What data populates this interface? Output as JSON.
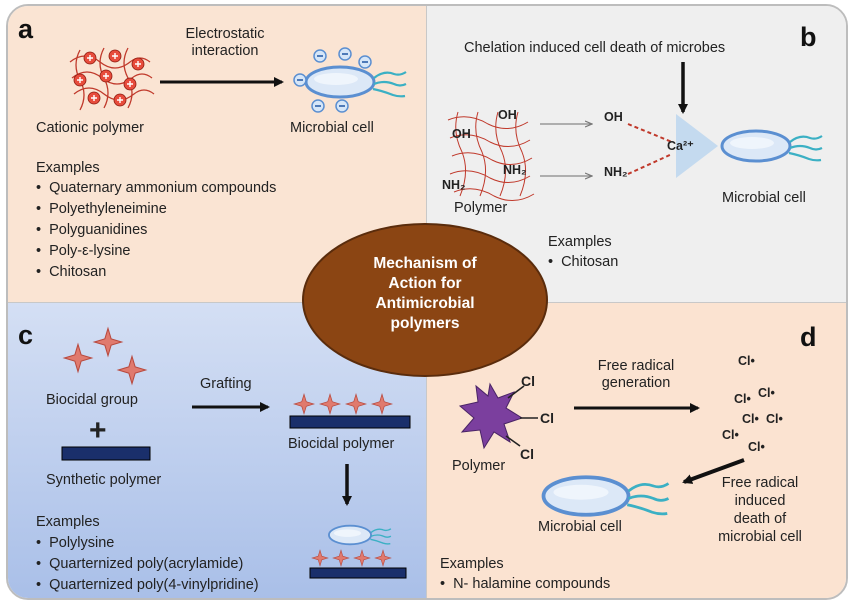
{
  "center": {
    "title": "Mechanism of\nAction for\nAntimicrobial\npolymers"
  },
  "panel_a": {
    "letter": "a",
    "arrow_label": "Electrostatic\ninteraction",
    "polymer_label": "Cationic polymer",
    "cell_label": "Microbial cell",
    "examples_title": "Examples",
    "examples": [
      "Quaternary ammonium compounds",
      "Polyethyleneimine",
      "Polyguanidines",
      "Poly-ε-lysine",
      "Chitosan"
    ]
  },
  "panel_b": {
    "letter": "b",
    "heading": "Chelation induced cell death of microbes",
    "oh1": "OH",
    "oh2": "OH",
    "nh2_1": "NH₂",
    "nh2_2": "NH₂",
    "oh_right": "OH",
    "nh2_right": "NH₂",
    "ion": "Ca²⁺",
    "polymer_label": "Polymer",
    "cell_label": "Microbial cell",
    "examples_title": "Examples",
    "examples": [
      "Chitosan"
    ]
  },
  "panel_c": {
    "letter": "c",
    "biocidal_group": "Biocidal group",
    "plus": "+",
    "synthetic_polymer": "Synthetic polymer",
    "arrow_label": "Grafting",
    "biocidal_polymer": "Biocidal polymer",
    "examples_title": "Examples",
    "examples": [
      "Polylysine",
      "Quarternized poly(acrylamide)",
      "Quarternized poly(4-vinylpridine)"
    ]
  },
  "panel_d": {
    "letter": "d",
    "cl1": "Cl",
    "cl2": "Cl",
    "cl3": "Cl",
    "arrow_label": "Free radical\ngeneration",
    "radicals": [
      "Cl•",
      "Cl•",
      "Cl•",
      "Cl•",
      "Cl•",
      "Cl•",
      "Cl•"
    ],
    "polymer_label": "Polymer",
    "cell_label": "Microbial cell",
    "death_label": "Free radical\ninduced\ndeath of\nmicrobial cell",
    "examples_title": "Examples",
    "examples": [
      "N- halamine compounds"
    ]
  },
  "colors": {
    "cell_fill": "#dce8f7",
    "cell_stroke": "#5b8fd1",
    "ellipse": "#8b4513",
    "star": "#d96a5f",
    "bar": "#1a2f6b",
    "burst": "#7b3f9e",
    "polymer_red": "#c0392b"
  }
}
